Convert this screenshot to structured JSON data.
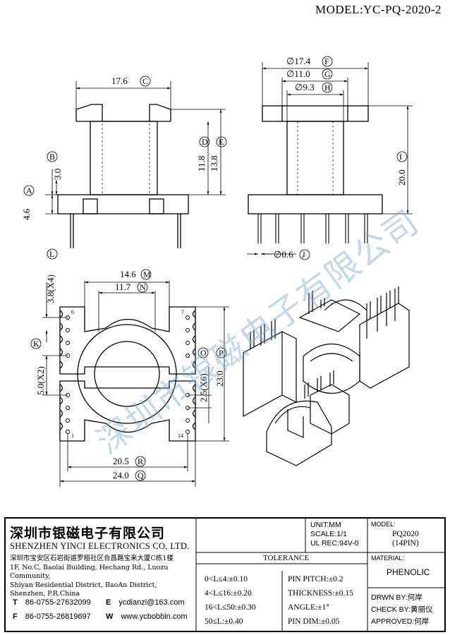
{
  "model_header": "MODEL:YC-PQ-2020-2",
  "dimensions": {
    "top_width": "17.6",
    "top_width_ref": "C",
    "flange_b": "3.0",
    "flange_b_ref": "B",
    "base_a": "4.6",
    "base_a_ref": "A",
    "height_d": "11.8",
    "height_d_ref": "D",
    "height_e": "13.8",
    "height_e_ref": "E",
    "dia_f": "∅17.4",
    "dia_f_ref": "F",
    "dia_g": "∅11.0",
    "dia_g_ref": "G",
    "dia_h": "∅9.3",
    "dia_h_ref": "H",
    "total_height": "20.0",
    "total_height_ref": "I",
    "pin_dia": "∅0.6",
    "pin_dia_ref": "J",
    "pitch_l": "3.8(X4)",
    "pitch_l_ref": "L",
    "pitch_k": "5.0(X2)",
    "pitch_k_ref": "K",
    "width_m": "14.6",
    "width_m_ref": "M",
    "width_n": "11.7",
    "width_n_ref": "N",
    "pitch_o": "2.5(X6)",
    "pitch_o_ref": "O",
    "depth_p": "23.0",
    "depth_p_ref": "P",
    "width_r": "20.5",
    "width_r_ref": "R",
    "width_q": "24.0",
    "width_q_ref": "Q",
    "pin_numbers": [
      "6",
      "7",
      "1",
      "14"
    ]
  },
  "watermark": "深圳市银磁电子有限公司",
  "company": {
    "name_cn": "深圳市银磁电子有限公司",
    "name_en": "SHENZHEN YINCI ELECTRONICS CO, LTD.",
    "address_cn": "深圳市宝安区石岩街道罗租社区合昌路宝来大厦C栋1楼",
    "address_en_1": "1F, No.C, Baolai Building, Hechang Rd., Luozu Community,",
    "address_en_2": "Shiyan Residential District, BaoAn District,",
    "address_en_3": "Shenzhen, P.R.China",
    "tel_label": "T",
    "tel": "86-0755-27632099",
    "fax_label": "F",
    "fax": "86-0755-26819697",
    "email_label": "E",
    "email": "ycdianzi@163.com",
    "web_label": "W",
    "web": "www.ycbobbin.com"
  },
  "specs": {
    "unit": "UNIT:MM",
    "scale": "SCALE:1/1",
    "ul": "UL REC:94V-0",
    "model_label": "MODEL:",
    "model": "PQ2020",
    "pins": "(14PIN)",
    "material_label": "MATERIAL:",
    "material": "PHENOLIC"
  },
  "tolerance": {
    "title": "TOLERANCE",
    "rows": [
      "0<L≤4:±0.10",
      "4<L≤16:±0.20",
      "16<L≤50:±0.30",
      "50≤L:±0.40"
    ],
    "pin_pitch": "PIN PITCH:±0.2",
    "thickness": "THICKNESS:±0.15",
    "angle": "ANGLE:±1°",
    "pin_dim": "PIN DIM:±0.05"
  },
  "approval": {
    "drawn": "DRWN BY:何岸",
    "check": "CHECK BY:黄丽仪",
    "approved": "APPROVED:何岸"
  }
}
